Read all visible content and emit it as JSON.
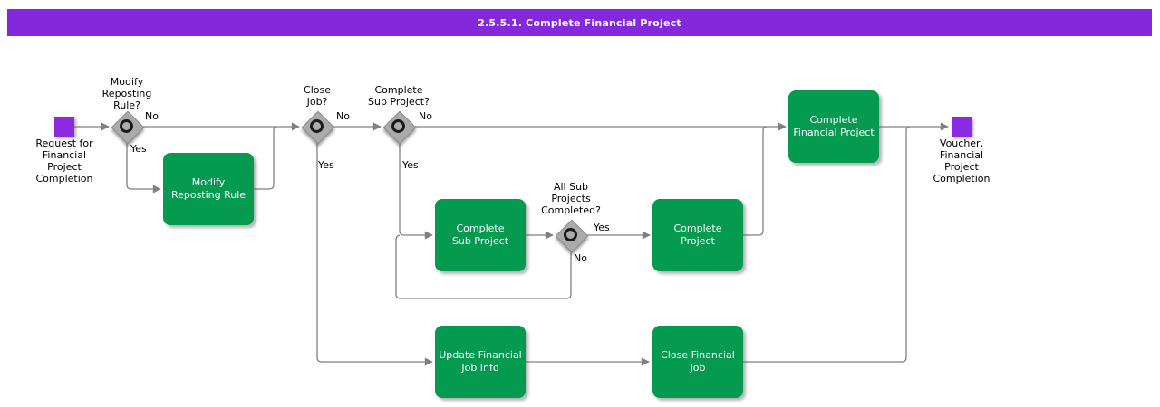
{
  "header": {
    "title": "2.5.5.1. Complete Financial Project"
  },
  "colors": {
    "header_bg": "#8428DC",
    "event_fill": "#8B2BE2",
    "task_fill": "#049A4F",
    "task_text": "#FFFFFF",
    "gateway_fill": "#ABABAB",
    "connector": "#808080",
    "label_text": "#000000"
  },
  "nodes": {
    "start_event": {
      "label": "Request for\nFinancial\nProject\nCompletion"
    },
    "end_event": {
      "label": "Voucher,\nFinancial\nProject\nCompletion"
    },
    "gateway_modify_reposting_rule": {
      "label": "Modify\nReposting\nRule?"
    },
    "gateway_close_job": {
      "label": "Close\nJob?"
    },
    "gateway_complete_sub_project": {
      "label": "Complete\nSub Project?"
    },
    "gateway_all_sub_projects_completed": {
      "label": "All Sub\nProjects\nCompleted?"
    },
    "task_modify_reposting_rule": {
      "label": "Modify\nReposting Rule"
    },
    "task_complete_sub_project": {
      "label": "Complete\nSub Project"
    },
    "task_complete_project": {
      "label": "Complete\nProject"
    },
    "task_complete_financial_project": {
      "label": "Complete\nFinancial Project"
    },
    "task_update_financial_job_info": {
      "label": "Update Financial\nJob Info"
    },
    "task_close_financial_job": {
      "label": "Close Financial\nJob"
    }
  },
  "edge_labels": {
    "modify_reposting_rule_no": "No",
    "modify_reposting_rule_yes": "Yes",
    "close_job_no": "No",
    "close_job_yes": "Yes",
    "complete_sub_project_no": "No",
    "complete_sub_project_yes": "Yes",
    "all_sub_projects_completed_yes": "Yes",
    "all_sub_projects_completed_no": "No"
  }
}
